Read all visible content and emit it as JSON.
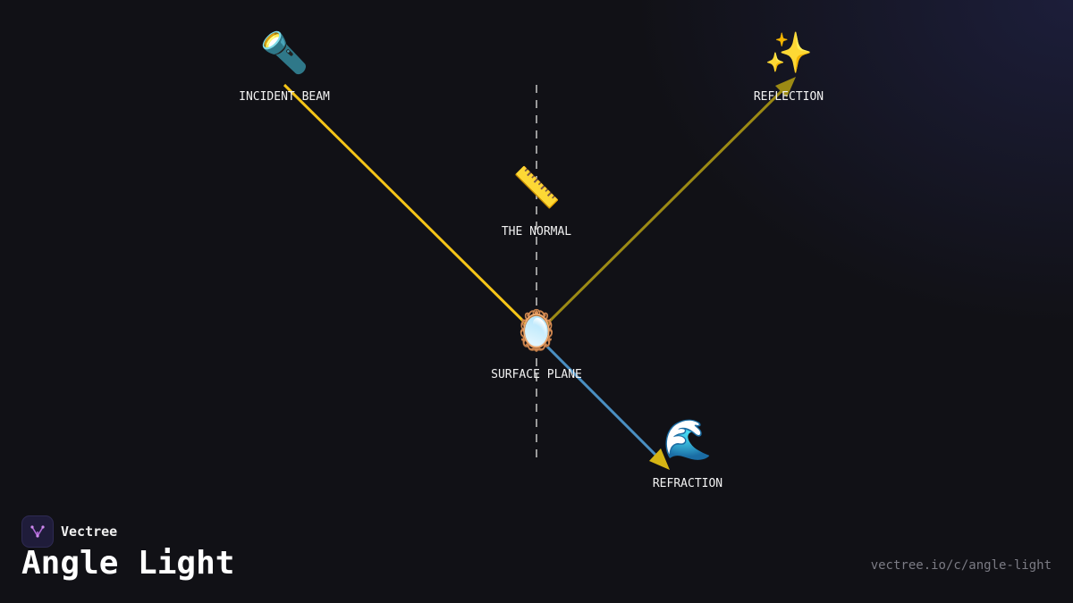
{
  "brand": {
    "name": "Vectree",
    "logo_icon": "vectree-logo-icon"
  },
  "title": "Angle Light",
  "url": "vectree.io/c/angle-light",
  "colors": {
    "background": "#111116",
    "incident_beam": "#f5c518",
    "reflection_beam": "#9c8a14",
    "refraction_beam": "#4a8fc2",
    "normal_line": "#9a9a9a",
    "logo_accent": "#b06ad8"
  },
  "nodes": {
    "incident": {
      "label": "INCIDENT BEAM",
      "icon": "flashlight-icon",
      "glyph": "🔦"
    },
    "reflection": {
      "label": "REFLECTION",
      "icon": "sparkles-icon",
      "glyph": "✨"
    },
    "normal": {
      "label": "THE NORMAL",
      "icon": "ruler-icon",
      "glyph": "📏"
    },
    "surface": {
      "label": "SURFACE PLANE",
      "icon": "mirror-icon",
      "glyph": "🪞"
    },
    "refraction": {
      "label": "REFRACTION",
      "icon": "wave-icon",
      "glyph": "🌊"
    }
  }
}
